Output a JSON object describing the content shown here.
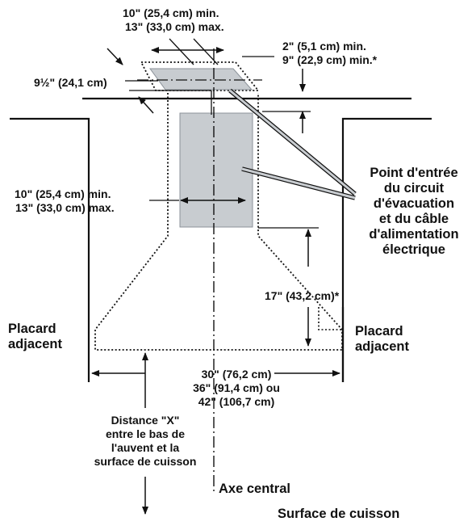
{
  "hood_top_width": [
    "10\" (25,4 cm) min.",
    "13\" (33,0 cm) max."
  ],
  "duct_clearance": [
    "2\" (5,1 cm) min.",
    "9\" (22,9 cm) min.*"
  ],
  "duct_offset": "9½\" (24,1 cm)",
  "chimney_width": [
    "10\" (25,4 cm) min.",
    "13\" (33,0 cm) max."
  ],
  "entry_point": [
    "Point d'entrée",
    "du circuit",
    "d'évacuation",
    "et du câble",
    "d'alimentation",
    "électrique"
  ],
  "chimney_height": "17\" (43,2 cm)*",
  "left_cabinet": [
    "Placard",
    "adjacent"
  ],
  "right_cabinet": [
    "Placard",
    "adjacent"
  ],
  "hood_width": [
    "30\" (76,2 cm)",
    "36\" (91,4 cm) ou",
    "42\" (106,7 cm)"
  ],
  "distance_x": [
    "Distance \"X\"",
    "entre le bas de",
    "l'auvent et la",
    "surface de cuisson"
  ],
  "centerline": "Axe central",
  "cooking_surface": "Surface de cuisson"
}
